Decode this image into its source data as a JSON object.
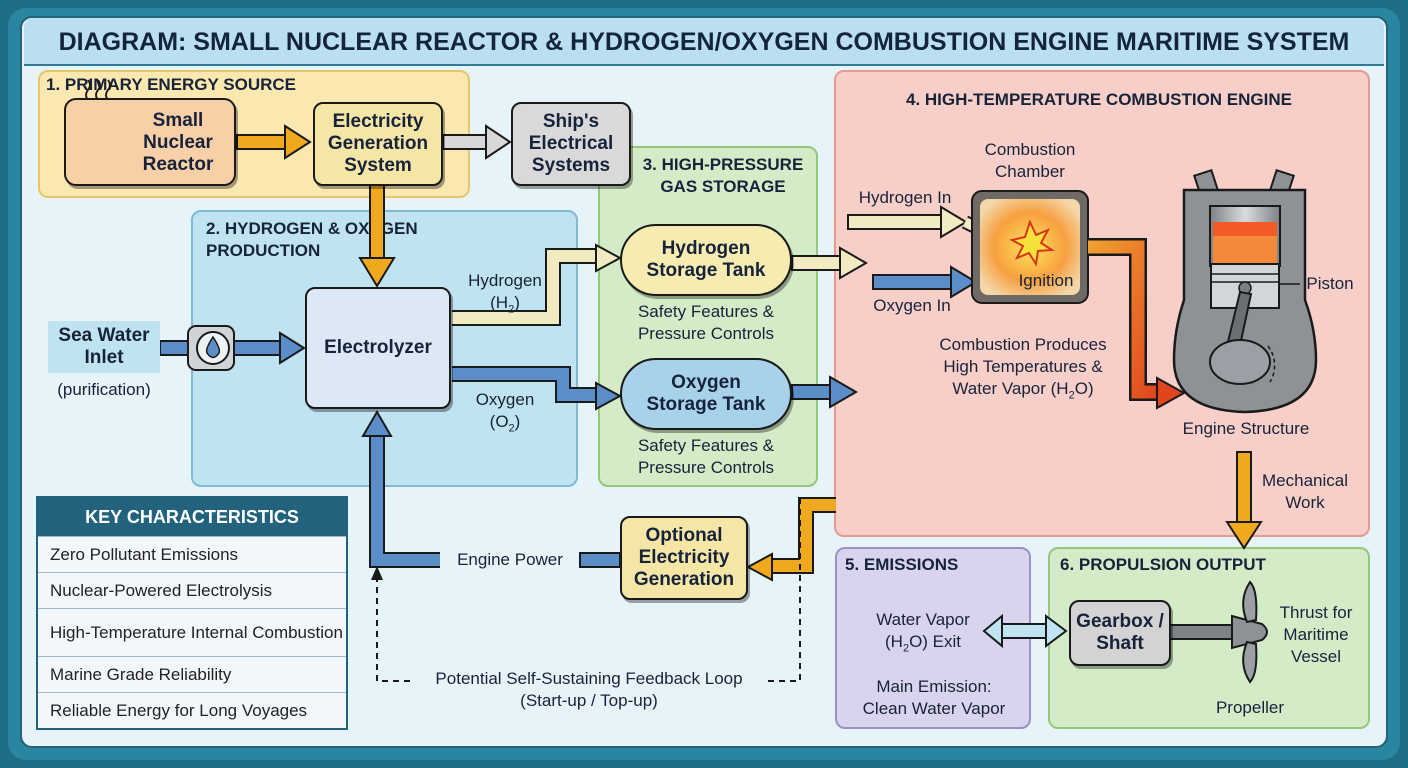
{
  "title": "DIAGRAM: SMALL NUCLEAR REACTOR & HYDROGEN/OXYGEN COMBUSTION ENGINE MARITIME SYSTEM",
  "sections": {
    "primary": "1. PRIMARY ENERGY SOURCE",
    "production": "2. HYDROGEN & OXYGEN PRODUCTION",
    "storage": "3. HIGH-PRESSURE GAS STORAGE",
    "engine": "4. HIGH-TEMPERATURE COMBUSTION ENGINE",
    "emissions": "5. EMISSIONS",
    "propulsion": "6. PROPULSION OUTPUT"
  },
  "nodes": {
    "reactor": "Small Nuclear Reactor",
    "generation": "Electricity Generation System",
    "ship_systems": "Ship's Electrical Systems",
    "electrolyzer": "Electrolyzer",
    "h2_tank": "Hydrogen Storage Tank",
    "o2_tank": "Oxygen Storage Tank",
    "optional_gen": "Optional Electricity Generation",
    "gearbox": "Gearbox / Shaft"
  },
  "labels": {
    "sea_water": "Sea Water Inlet",
    "purification": "(purification)",
    "hydrogen_h2_a": "Hydrogen",
    "hydrogen_h2_b": "(H",
    "oxygen_o2_a": "Oxygen",
    "oxygen_o2_b": "(O",
    "safety_h2": "Safety Features & Pressure Controls",
    "safety_o2": "Safety Features & Pressure Controls",
    "combustion_chamber": "Combustion Chamber",
    "hydrogen_in": "Hydrogen In",
    "oxygen_in": "Oxygen In",
    "ignition": "Ignition",
    "piston": "Piston",
    "combustion_produces_1": "Combustion Produces",
    "combustion_produces_2": "High Temperatures &",
    "combustion_produces_3": "Water Vapor (H",
    "engine_structure": "Engine Structure",
    "mechanical_work": "Mechanical Work",
    "engine_power": "Engine Power",
    "feedback_1": "Potential Self-Sustaining Feedback Loop",
    "feedback_2": "(Start-up / Top-up)",
    "water_vapor_1": "Water Vapor",
    "water_vapor_2": "(H",
    "water_vapor_3": "O) Exit",
    "main_emission_1": "Main Emission:",
    "main_emission_2": "Clean Water Vapor",
    "thrust": "Thrust for Maritime Vessel",
    "propeller": "Propeller",
    "sub2": "2",
    "close_paren": ")",
    "close_paren_o": "O)"
  },
  "key": {
    "heading": "KEY CHARACTERISTICS",
    "items": [
      "Zero Pollutant Emissions",
      "Nuclear-Powered Electrolysis",
      "High-Temperature Internal Combustion",
      "Marine Grade Reliability",
      "Reliable Energy for Long Voyages"
    ]
  },
  "colors": {
    "primary_bg": "#fbe8b0",
    "production_bg": "#bfe3f1",
    "storage_bg": "#d4ebc8",
    "engine_bg": "#f8cfc8",
    "emissions_bg": "#d9d4ee",
    "propulsion_bg": "#d4ebc8",
    "key_header": "#23627c",
    "arrow_orange": "#f0a81e",
    "arrow_blue": "#5b8dc8",
    "arrow_hydrogen": "#f2eac0"
  }
}
